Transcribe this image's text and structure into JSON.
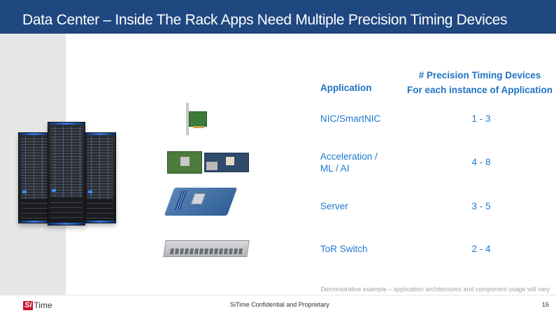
{
  "slide": {
    "title": "Data Center – Inside The Rack Apps Need Multiple Precision Timing Devices",
    "colors": {
      "title_bar": "#1f4780",
      "accent_text": "#1f73c4",
      "logo_red": "#c8102e"
    }
  },
  "table": {
    "header_application": "Application",
    "header_count_line1": "# Precision Timing Devices",
    "header_count_line2": "For each instance of Application",
    "rows": [
      {
        "application": "NIC/SmartNIC",
        "devices": "1 - 3",
        "image": "nic-card-image"
      },
      {
        "application_line1": "Acceleration /",
        "application_line2": "ML / AI",
        "devices": "4 - 8",
        "image": "accelerator-boards-image"
      },
      {
        "application": "Server",
        "devices": "3 - 5",
        "image": "server-motherboard-image"
      },
      {
        "application": "ToR Switch",
        "devices": "2 - 4",
        "image": "tor-switch-image"
      }
    ]
  },
  "illustration": {
    "name": "server-racks-image"
  },
  "footer": {
    "disclaimer": "Demonstrative example – application architectures and component usage will vary",
    "logo_si": "Si",
    "logo_time": "Time",
    "confidential": "SiTime Confidential and Proprietary",
    "page_number": "16"
  }
}
